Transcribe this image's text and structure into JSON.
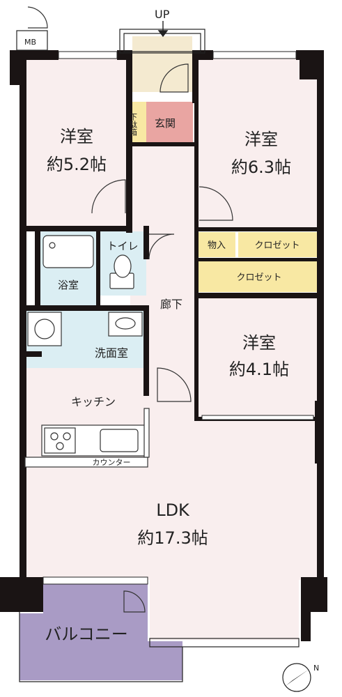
{
  "stair": {
    "label": "UP"
  },
  "mb": {
    "label": "MB"
  },
  "entrance": {
    "label": "玄関"
  },
  "shoe_box": {
    "label": "下駄箱"
  },
  "rooms": {
    "west_bedroom": {
      "name": "洋室",
      "size": "約5.2帖"
    },
    "east_bedroom": {
      "name": "洋室",
      "size": "約6.3帖"
    },
    "south_bedroom": {
      "name": "洋室",
      "size": "約4.1帖"
    },
    "ldk": {
      "name": "LDK",
      "size": "約17.3帖"
    },
    "bath": {
      "name": "浴室"
    },
    "toilet": {
      "name": "トイレ"
    },
    "washroom": {
      "name": "洗面室"
    },
    "kitchen": {
      "name": "キッチン"
    },
    "corridor": {
      "name": "廊下"
    },
    "balcony": {
      "name": "バルコニー"
    }
  },
  "storage": {
    "storeroom": "物入",
    "closet_a": "クロゼット",
    "closet_b": "クロゼット"
  },
  "counter": {
    "label": "カウンター"
  },
  "compass": {
    "label": "N"
  },
  "colors": {
    "room_pink": "#f9eeee",
    "wet_blue": "#dbeef3",
    "entrance_red": "#e9a5a2",
    "storage_yellow": "#f8e8a3",
    "stair_beige": "#f4ead0",
    "balcony_purple": "#a99bc5",
    "wall": "#1a1414"
  }
}
